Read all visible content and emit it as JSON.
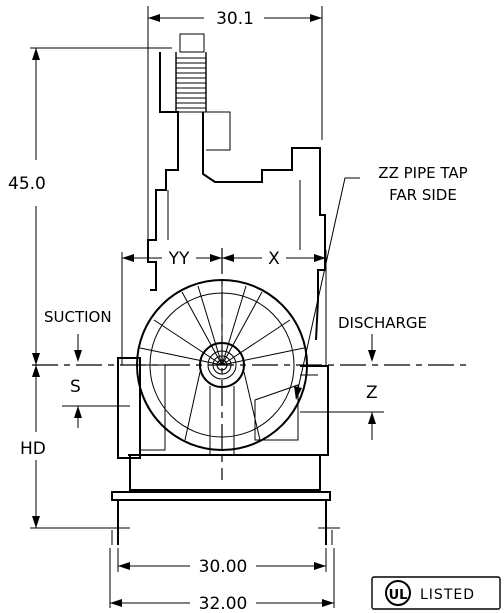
{
  "dimensions": {
    "top_width": "30.1",
    "height": "45.0",
    "yy": "YY",
    "x": "X",
    "s": "S",
    "z": "Z",
    "hd": "HD",
    "base_inner": "30.00",
    "base_outer": "32.00"
  },
  "labels": {
    "pipe_tap_line1": "ZZ PIPE TAP",
    "pipe_tap_line2": "FAR SIDE",
    "suction": "SUCTION",
    "discharge": "DISCHARGE"
  },
  "badge": {
    "mark": "UL",
    "text": "LISTED"
  }
}
